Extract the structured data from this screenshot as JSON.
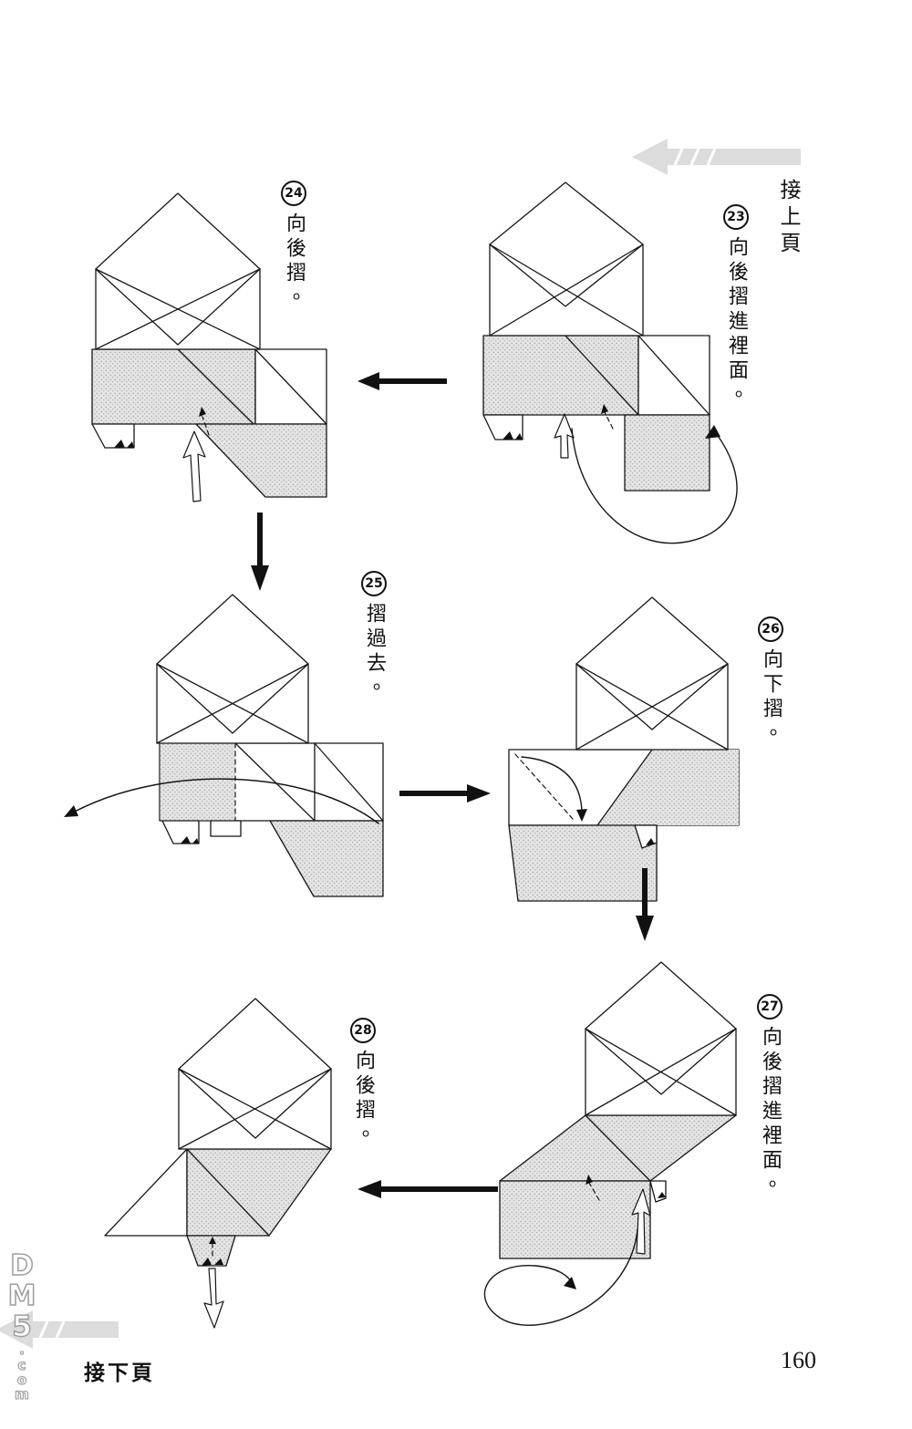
{
  "page": {
    "number": "160",
    "continued_from_previous": "接上頁",
    "continued_on_next": "接下頁"
  },
  "watermark": {
    "big": [
      "D",
      "M",
      "5"
    ],
    "small": [
      ".",
      "c",
      "o",
      "m"
    ]
  },
  "steps": {
    "s23": {
      "num": "23",
      "label": "向後摺進裡面。"
    },
    "s24": {
      "num": "24",
      "label": "向後摺。"
    },
    "s25": {
      "num": "25",
      "label": "摺過去。"
    },
    "s26": {
      "num": "26",
      "label": "向下摺。"
    },
    "s27": {
      "num": "27",
      "label": "向後摺進裡面。"
    },
    "s28": {
      "num": "28",
      "label": "向後摺。"
    }
  },
  "icons": {
    "flow_arrows": [
      "left",
      "down",
      "right",
      "down",
      "left"
    ],
    "page_turn_arrows": [
      "left-top",
      "left-bottom"
    ]
  }
}
